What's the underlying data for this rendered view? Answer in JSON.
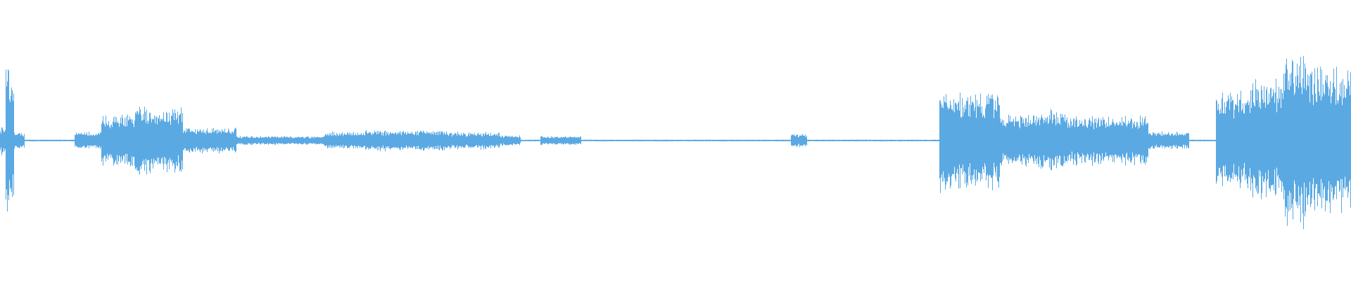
{
  "waveform": {
    "color": "#5aa9e3",
    "background": "#ffffff",
    "amplitude_segments": [
      {
        "start": 0.0,
        "end": 0.004,
        "amp": 0.18
      },
      {
        "start": 0.004,
        "end": 0.01,
        "amp": 0.8
      },
      {
        "start": 0.01,
        "end": 0.018,
        "amp": 0.1
      },
      {
        "start": 0.018,
        "end": 0.055,
        "amp": 0.01
      },
      {
        "start": 0.055,
        "end": 0.075,
        "amp": 0.1
      },
      {
        "start": 0.075,
        "end": 0.1,
        "amp": 0.3
      },
      {
        "start": 0.1,
        "end": 0.135,
        "amp": 0.38
      },
      {
        "start": 0.135,
        "end": 0.175,
        "amp": 0.15
      },
      {
        "start": 0.175,
        "end": 0.24,
        "amp": 0.05
      },
      {
        "start": 0.24,
        "end": 0.27,
        "amp": 0.1
      },
      {
        "start": 0.27,
        "end": 0.33,
        "amp": 0.12
      },
      {
        "start": 0.33,
        "end": 0.37,
        "amp": 0.1
      },
      {
        "start": 0.37,
        "end": 0.385,
        "amp": 0.06
      },
      {
        "start": 0.385,
        "end": 0.4,
        "amp": 0.01
      },
      {
        "start": 0.4,
        "end": 0.43,
        "amp": 0.05
      },
      {
        "start": 0.43,
        "end": 0.585,
        "amp": 0.01
      },
      {
        "start": 0.585,
        "end": 0.597,
        "amp": 0.08
      },
      {
        "start": 0.597,
        "end": 0.695,
        "amp": 0.01
      },
      {
        "start": 0.695,
        "end": 0.705,
        "amp": 0.6
      },
      {
        "start": 0.705,
        "end": 0.74,
        "amp": 0.55
      },
      {
        "start": 0.74,
        "end": 0.77,
        "amp": 0.3
      },
      {
        "start": 0.77,
        "end": 0.79,
        "amp": 0.35
      },
      {
        "start": 0.79,
        "end": 0.85,
        "amp": 0.28
      },
      {
        "start": 0.85,
        "end": 0.88,
        "amp": 0.1
      },
      {
        "start": 0.88,
        "end": 0.9,
        "amp": 0.01
      },
      {
        "start": 0.9,
        "end": 0.925,
        "amp": 0.55
      },
      {
        "start": 0.925,
        "end": 0.95,
        "amp": 0.7
      },
      {
        "start": 0.95,
        "end": 0.965,
        "amp": 1.0
      },
      {
        "start": 0.965,
        "end": 1.0,
        "amp": 0.85
      }
    ]
  }
}
